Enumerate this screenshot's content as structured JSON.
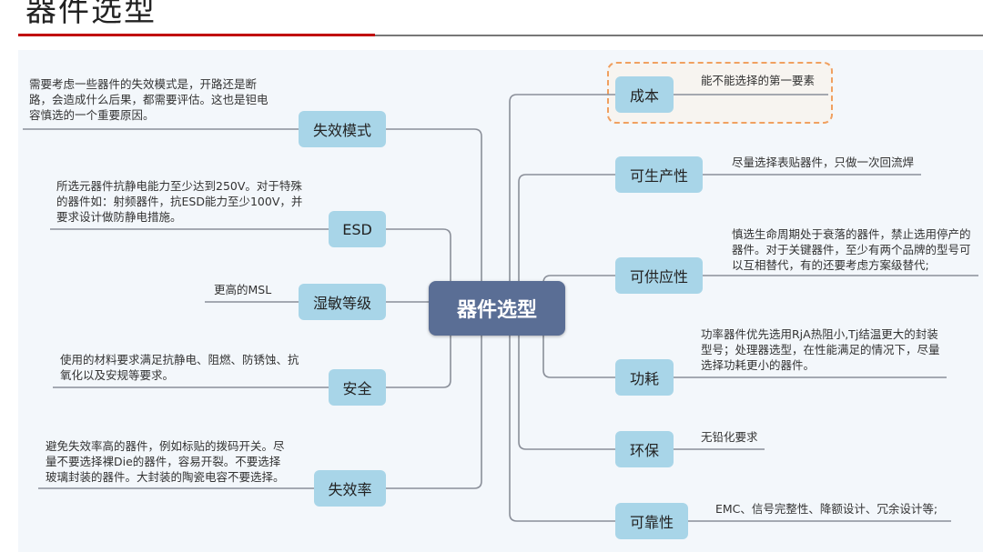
{
  "slide": {
    "title": "器件选型"
  },
  "center": "器件选型",
  "left_branches": [
    {
      "id": "failure-mode",
      "label": "失效模式",
      "note": [
        "需要考虑一些器件的失效模式是，开路还是断",
        "路，会造成什么后果，都需要评估。这也是钽电",
        "容慎选的一个重要原因。"
      ]
    },
    {
      "id": "esd",
      "label": "ESD",
      "note": [
        "所选元器件抗静电能力至少达到250V。对于特殊",
        "的器件如：射频器件，抗ESD能力至少100V，并",
        "要求设计做防静电措施。"
      ]
    },
    {
      "id": "moisture",
      "label": "湿敏等级",
      "note": [
        "更高的MSL"
      ]
    },
    {
      "id": "safety",
      "label": "安全",
      "note": [
        "使用的材料要求满足抗静电、阻燃、防锈蚀、抗",
        "氧化以及安规等要求。"
      ]
    },
    {
      "id": "failure-rate",
      "label": "失效率",
      "note": [
        "避免失效率高的器件，例如标贴的拨码开关。尽",
        "量不要选择裸Die的器件，容易开裂。不要选择",
        "玻璃封装的器件。大封装的陶瓷电容不要选择。"
      ]
    }
  ],
  "right_branches": [
    {
      "id": "cost",
      "label": "成本",
      "note": [
        "能不能选择的第一要素"
      ]
    },
    {
      "id": "manufacturability",
      "label": "可生产性",
      "note": [
        "尽量选择表贴器件，只做一次回流焊"
      ]
    },
    {
      "id": "supply",
      "label": "可供应性",
      "note": [
        "慎选生命周期处于衰落的器件，禁止选用停产的",
        "器件。对于关键器件，至少有两个品牌的型号可",
        "以互相替代，有的还要考虑方案级替代;"
      ]
    },
    {
      "id": "power",
      "label": "功耗",
      "note": [
        "功率器件优先选用RjA热阻小,Tj结温更大的封装",
        "型号；处理器选型，在性能满足的情况下，尽量",
        "选择功耗更小的器件。"
      ]
    },
    {
      "id": "rohs",
      "label": "环保",
      "note": [
        "无铅化要求"
      ]
    },
    {
      "id": "reliability",
      "label": "可靠性",
      "note": [
        "EMC、信号完整性、降额设计、冗余设计等;"
      ]
    }
  ],
  "colors": {
    "node": "#a8d5e8",
    "center": "#5a6e95",
    "line": "#8a8f99",
    "highlight": "#f0a060",
    "accent_red": "#c00000"
  }
}
